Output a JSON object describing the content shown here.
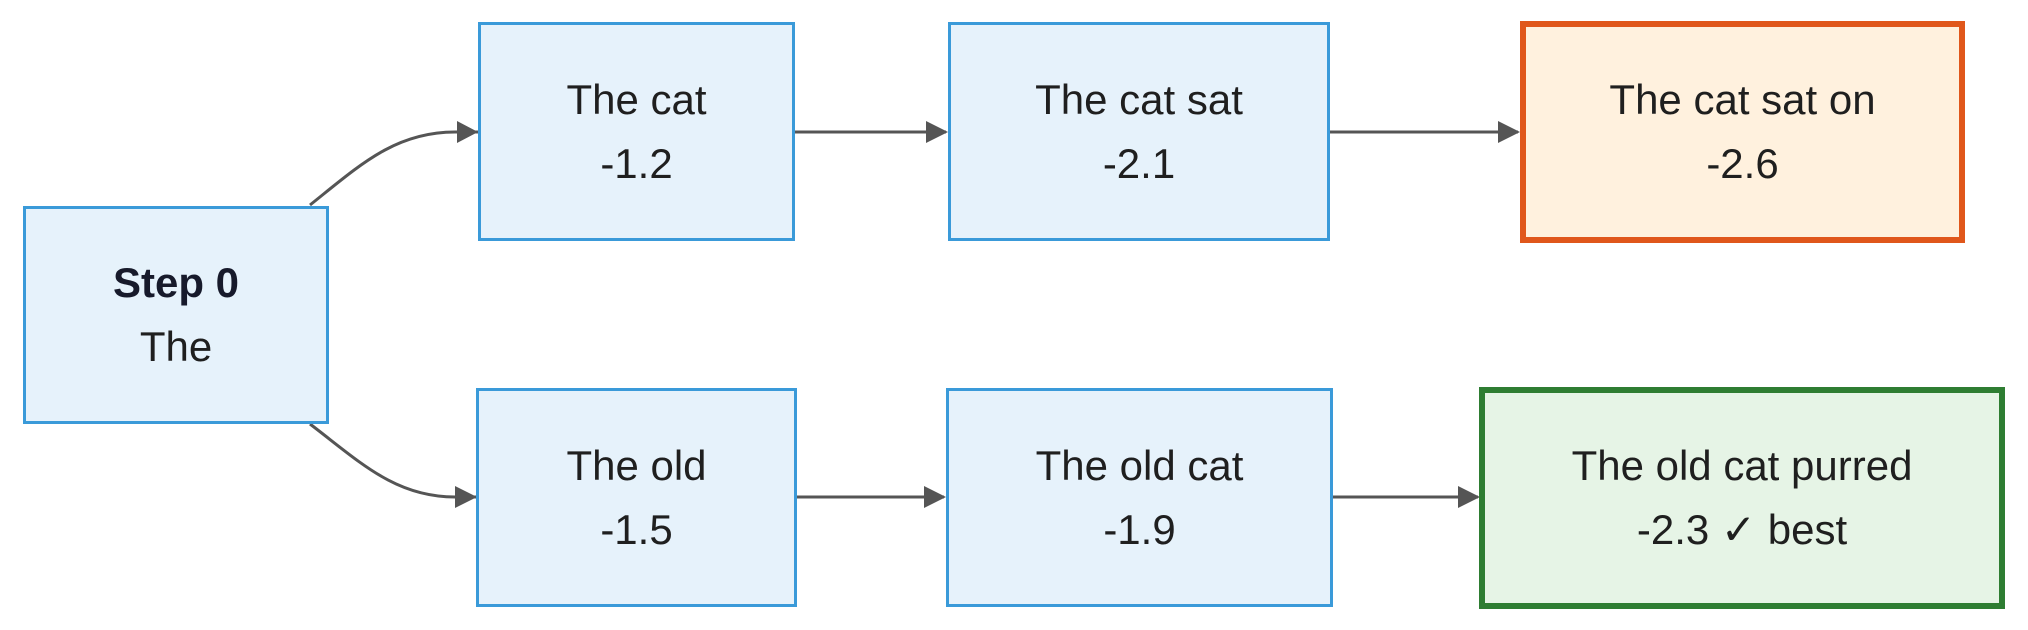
{
  "diagram": {
    "nodes": {
      "root": {
        "title": "Step 0",
        "text": "The"
      },
      "top1": {
        "text": "The cat",
        "score": "-1.2"
      },
      "top2": {
        "text": "The cat sat",
        "score": "-2.1"
      },
      "top3": {
        "text": "The cat sat on",
        "score": "-2.6"
      },
      "bot1": {
        "text": "The old",
        "score": "-1.5"
      },
      "bot2": {
        "text": "The old cat",
        "score": "-1.9"
      },
      "bot3": {
        "text": "The old cat purred",
        "score": "-2.3 ✓ best"
      }
    },
    "edges": [
      {
        "from": "root",
        "to": "top1"
      },
      {
        "from": "top1",
        "to": "top2"
      },
      {
        "from": "top2",
        "to": "top3"
      },
      {
        "from": "root",
        "to": "bot1"
      },
      {
        "from": "bot1",
        "to": "bot2"
      },
      {
        "from": "bot2",
        "to": "bot3"
      }
    ],
    "colors": {
      "node_fill": "#e6f2fb",
      "node_border": "#3a9ad9",
      "dropped_fill": "#fff1de",
      "dropped_border": "#e0571b",
      "best_fill": "#e6f4e6",
      "best_border": "#2e7d32",
      "edge": "#555555"
    }
  }
}
